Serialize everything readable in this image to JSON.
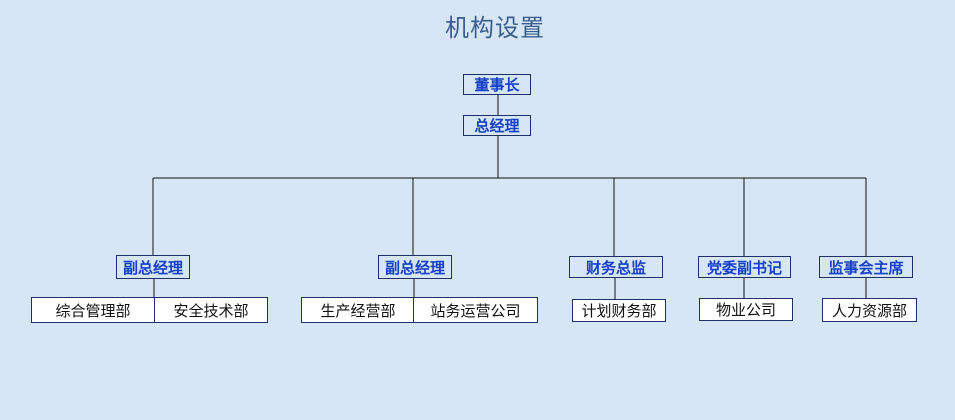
{
  "page": {
    "title": "机构设置"
  },
  "org": {
    "chairman": "董事长",
    "general_manager": "总经理",
    "leaders": [
      {
        "label": "副总经理",
        "departments": [
          "综合管理部",
          "安全技术部"
        ]
      },
      {
        "label": "副总经理",
        "departments": [
          "生产经营部",
          "站务运营公司"
        ]
      },
      {
        "label": "财务总监",
        "departments": [
          "计划财务部"
        ]
      },
      {
        "label": "党委副书记",
        "departments": [
          "物业公司"
        ]
      },
      {
        "label": "监事会主席",
        "departments": [
          "人力资源部"
        ]
      }
    ]
  },
  "colors": {
    "background": "#d6e6f4",
    "title": "#3a5f8f",
    "leader_text": "#1740c8",
    "border": "#1f2f6a",
    "line": "#111111"
  }
}
